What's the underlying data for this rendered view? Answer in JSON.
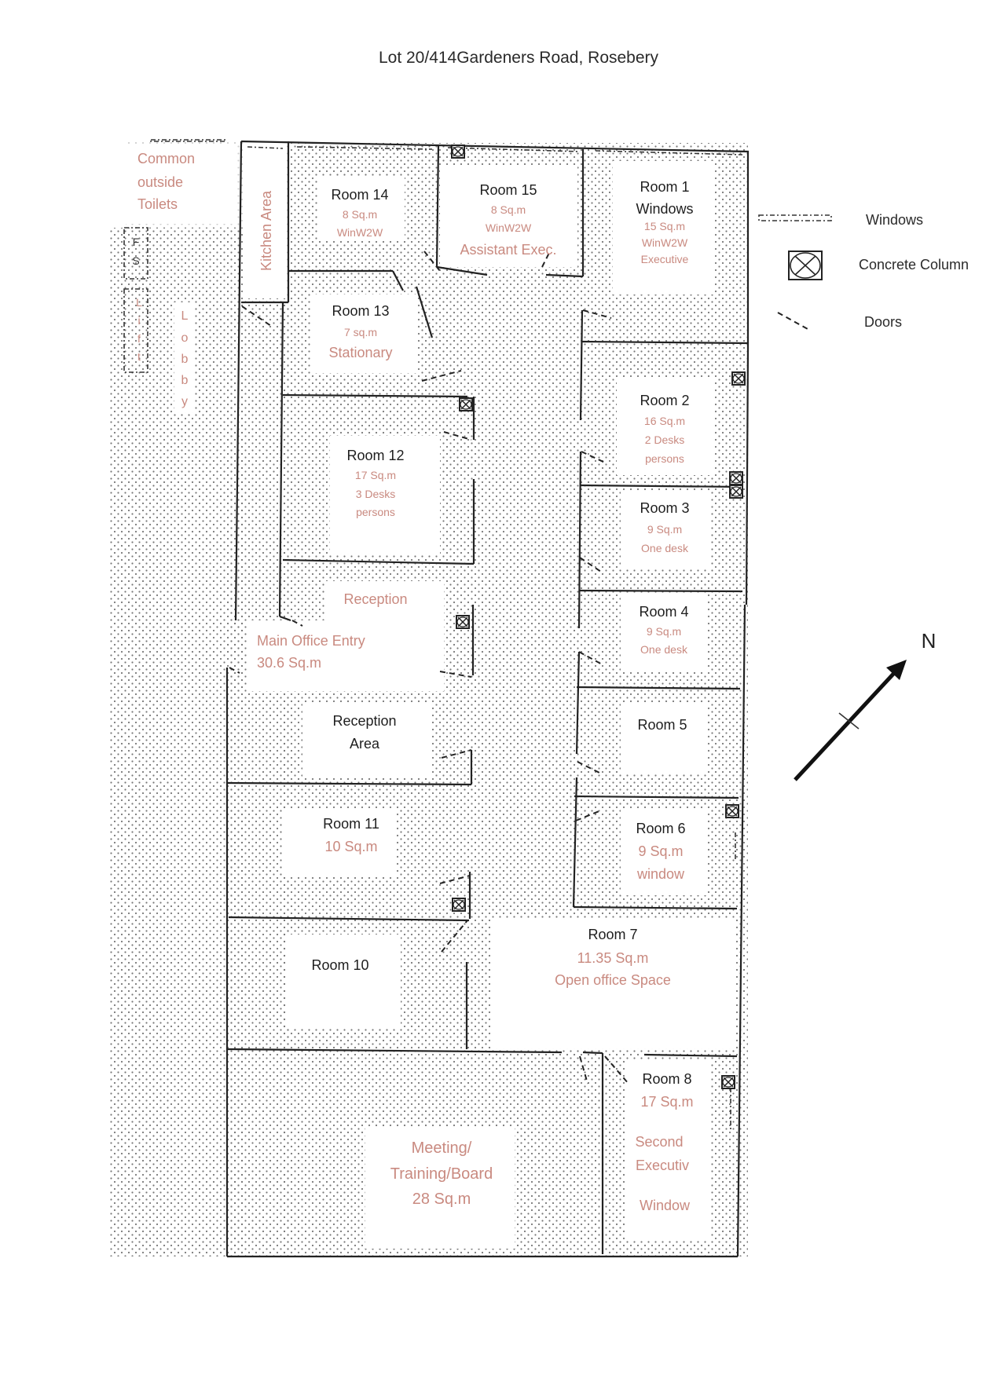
{
  "title": "Lot 20/414Gardeners Road, Rosebery",
  "colors": {
    "label_red": "#c98a80",
    "wall": "#222222",
    "text": "#1e1e1e"
  },
  "areas": {
    "toilets": [
      "Common",
      "outside",
      "Toilets"
    ],
    "fs": [
      "F",
      "S"
    ],
    "lift": [
      "L",
      "i",
      "f",
      "t"
    ],
    "lobby": [
      "L",
      "o",
      "b",
      "b",
      "y"
    ],
    "kitchen": "Kitchen Area",
    "reception": "Reception",
    "main_entry": {
      "name": "Main Office Entry",
      "area": "30.6 Sq.m"
    },
    "reception_area": [
      "Reception",
      "Area"
    ],
    "meeting": [
      "Meeting/",
      "Training/Board",
      "28 Sq.m"
    ]
  },
  "rooms": {
    "room14": {
      "name": "Room 14",
      "lines": [
        "8 Sq.m",
        "WinW2W"
      ]
    },
    "room15": {
      "name": "Room 15",
      "lines": [
        "8 Sq.m",
        "WinW2W",
        "Assistant Exec."
      ]
    },
    "room1": {
      "name": "Room 1",
      "subtitle": "Windows",
      "lines": [
        "15 Sq.m",
        "WinW2W",
        "Executive"
      ]
    },
    "room13": {
      "name": "Room 13",
      "lines": [
        "7 sq.m",
        "Stationary"
      ]
    },
    "room12": {
      "name": "Room 12",
      "lines": [
        "17 Sq.m",
        "3 Desks",
        "persons"
      ]
    },
    "room2": {
      "name": "Room 2",
      "lines": [
        "16 Sq.m",
        "2 Desks",
        "persons"
      ]
    },
    "room3": {
      "name": "Room 3",
      "lines": [
        "9 Sq.m",
        "One desk"
      ]
    },
    "room4": {
      "name": "Room 4",
      "lines": [
        "9 Sq.m",
        "One desk"
      ]
    },
    "room5": {
      "name": "Room 5"
    },
    "room6": {
      "name": "Room 6",
      "lines": [
        "9 Sq.m",
        "window"
      ]
    },
    "room11": {
      "name": "Room 11",
      "lines": [
        "10 Sq.m"
      ]
    },
    "room10": {
      "name": "Room 10"
    },
    "room7": {
      "name": "Room 7",
      "lines": [
        "11.35 Sq.m",
        "Open office Space"
      ]
    },
    "room8": {
      "name": "Room 8",
      "lines": [
        "17 Sq.m",
        "Second",
        "Executiv",
        "Window"
      ]
    }
  },
  "legend": {
    "windows": "Windows",
    "column": "Concrete Column",
    "doors": "Doors"
  },
  "compass": {
    "label": "N",
    "icon": "north-arrow-icon"
  }
}
